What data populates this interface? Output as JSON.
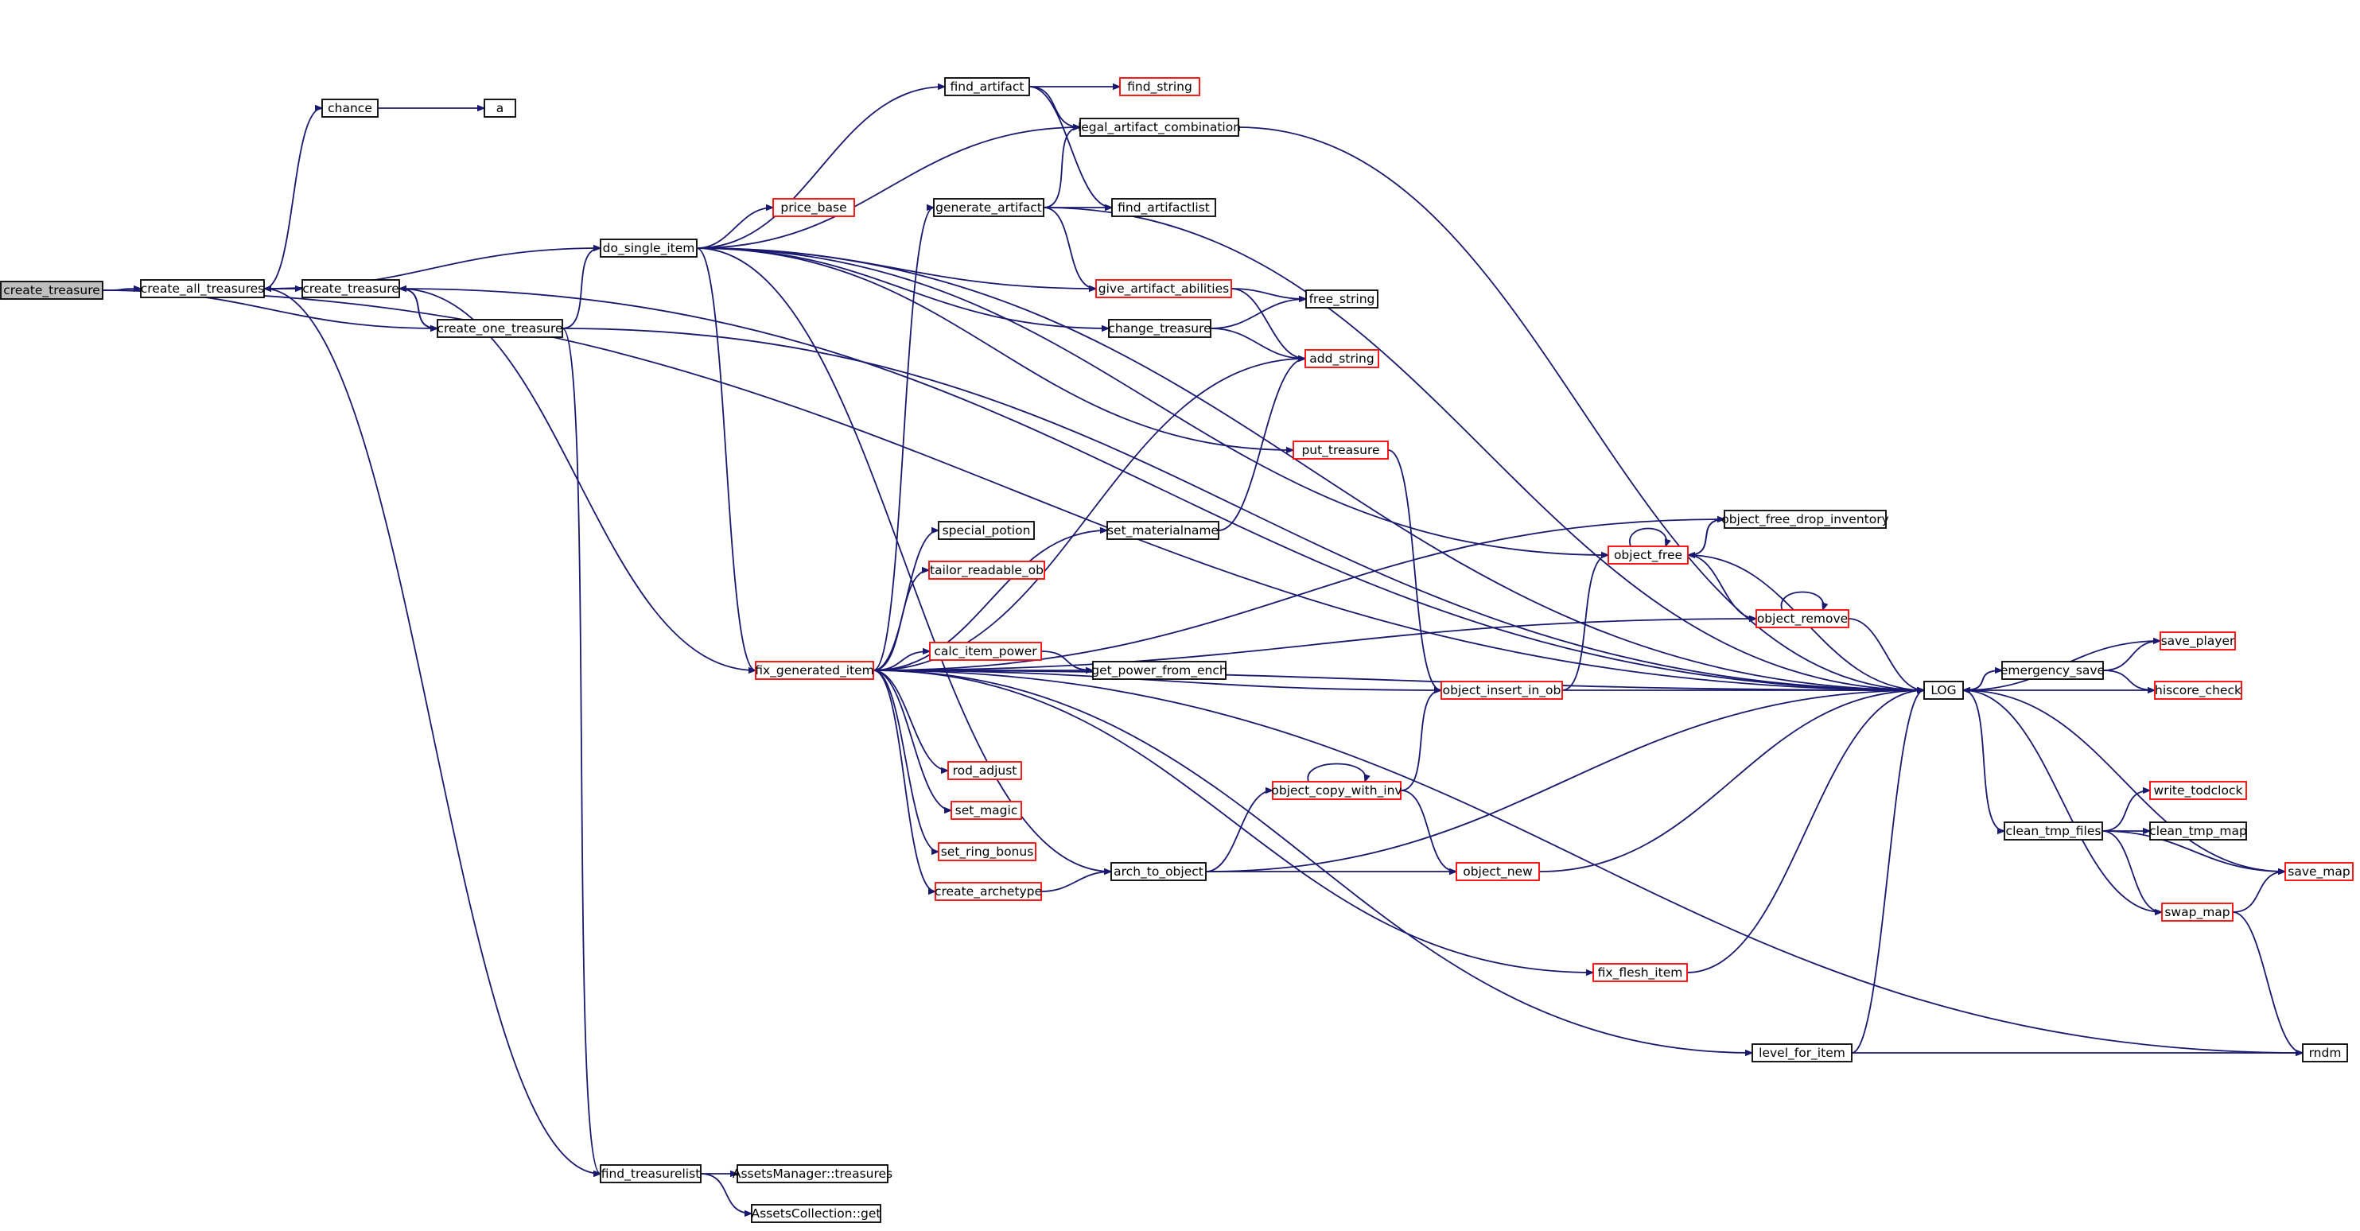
{
  "colors": {
    "edge": "#191970",
    "normal_border": "#000000",
    "truncated_border": "#ff0000",
    "root_fill": "#bfbfbf",
    "node_fill": "#ffffff"
  },
  "nodes": [
    {
      "id": "create_treasure_root",
      "label": "create_treasure",
      "kind": "root"
    },
    {
      "id": "create_all_treasures",
      "label": "create_all_treasures",
      "kind": "normal"
    },
    {
      "id": "chance",
      "label": "chance",
      "kind": "normal"
    },
    {
      "id": "a",
      "label": "a",
      "kind": "normal"
    },
    {
      "id": "create_treasure",
      "label": "create_treasure",
      "kind": "normal"
    },
    {
      "id": "create_one_treasure",
      "label": "create_one_treasure",
      "kind": "normal"
    },
    {
      "id": "do_single_item",
      "label": "do_single_item",
      "kind": "normal"
    },
    {
      "id": "find_treasurelist",
      "label": "find_treasurelist",
      "kind": "normal"
    },
    {
      "id": "assets_treasures",
      "label": "AssetsManager::treasures",
      "kind": "normal"
    },
    {
      "id": "assets_get",
      "label": "AssetsCollection::get",
      "kind": "normal"
    },
    {
      "id": "price_base",
      "label": "price_base",
      "kind": "truncated"
    },
    {
      "id": "fix_generated_item",
      "label": "fix_generated_item",
      "kind": "truncated"
    },
    {
      "id": "find_artifact",
      "label": "find_artifact",
      "kind": "normal"
    },
    {
      "id": "find_string",
      "label": "find_string",
      "kind": "truncated"
    },
    {
      "id": "legal_artifact_combination",
      "label": "legal_artifact_combination",
      "kind": "normal"
    },
    {
      "id": "generate_artifact",
      "label": "generate_artifact",
      "kind": "normal"
    },
    {
      "id": "find_artifactlist",
      "label": "find_artifactlist",
      "kind": "normal"
    },
    {
      "id": "give_artifact_abilities",
      "label": "give_artifact_abilities",
      "kind": "truncated"
    },
    {
      "id": "free_string",
      "label": "free_string",
      "kind": "normal"
    },
    {
      "id": "change_treasure",
      "label": "change_treasure",
      "kind": "normal"
    },
    {
      "id": "add_string",
      "label": "add_string",
      "kind": "truncated"
    },
    {
      "id": "put_treasure",
      "label": "put_treasure",
      "kind": "truncated"
    },
    {
      "id": "special_potion",
      "label": "special_potion",
      "kind": "normal"
    },
    {
      "id": "set_materialname",
      "label": "set_materialname",
      "kind": "normal"
    },
    {
      "id": "object_free_drop_inventory",
      "label": "object_free_drop_inventory",
      "kind": "normal"
    },
    {
      "id": "tailor_readable_ob",
      "label": "tailor_readable_ob",
      "kind": "truncated"
    },
    {
      "id": "object_free",
      "label": "object_free",
      "kind": "truncated"
    },
    {
      "id": "object_remove",
      "label": "object_remove",
      "kind": "truncated"
    },
    {
      "id": "calc_item_power",
      "label": "calc_item_power",
      "kind": "truncated"
    },
    {
      "id": "get_power_from_ench",
      "label": "get_power_from_ench",
      "kind": "normal"
    },
    {
      "id": "object_insert_in_ob",
      "label": "object_insert_in_ob",
      "kind": "truncated"
    },
    {
      "id": "LOG",
      "label": "LOG",
      "kind": "normal"
    },
    {
      "id": "emergency_save",
      "label": "emergency_save",
      "kind": "normal"
    },
    {
      "id": "save_player",
      "label": "save_player",
      "kind": "truncated"
    },
    {
      "id": "hiscore_check",
      "label": "hiscore_check",
      "kind": "truncated"
    },
    {
      "id": "rod_adjust",
      "label": "rod_adjust",
      "kind": "truncated"
    },
    {
      "id": "object_copy_with_inv",
      "label": "object_copy_with_inv",
      "kind": "truncated"
    },
    {
      "id": "write_todclock",
      "label": "write_todclock",
      "kind": "truncated"
    },
    {
      "id": "set_magic",
      "label": "set_magic",
      "kind": "truncated"
    },
    {
      "id": "clean_tmp_files",
      "label": "clean_tmp_files",
      "kind": "normal"
    },
    {
      "id": "clean_tmp_map",
      "label": "clean_tmp_map",
      "kind": "normal"
    },
    {
      "id": "set_ring_bonus",
      "label": "set_ring_bonus",
      "kind": "truncated"
    },
    {
      "id": "save_map",
      "label": "save_map",
      "kind": "truncated"
    },
    {
      "id": "create_archetype",
      "label": "create_archetype",
      "kind": "truncated"
    },
    {
      "id": "arch_to_object",
      "label": "arch_to_object",
      "kind": "normal"
    },
    {
      "id": "object_new",
      "label": "object_new",
      "kind": "truncated"
    },
    {
      "id": "swap_map",
      "label": "swap_map",
      "kind": "truncated"
    },
    {
      "id": "fix_flesh_item",
      "label": "fix_flesh_item",
      "kind": "truncated"
    },
    {
      "id": "level_for_item",
      "label": "level_for_item",
      "kind": "normal"
    },
    {
      "id": "rndm",
      "label": "rndm",
      "kind": "normal"
    }
  ],
  "edges": [
    [
      "create_treasure_root",
      "create_all_treasures"
    ],
    [
      "create_treasure_root",
      "create_one_treasure"
    ],
    [
      "create_treasure_root",
      "LOG"
    ],
    [
      "create_all_treasures",
      "chance"
    ],
    [
      "create_all_treasures",
      "create_treasure"
    ],
    [
      "create_all_treasures",
      "do_single_item"
    ],
    [
      "create_all_treasures",
      "find_treasurelist"
    ],
    [
      "chance",
      "a"
    ],
    [
      "create_treasure",
      "create_all_treasures"
    ],
    [
      "create_treasure",
      "create_one_treasure"
    ],
    [
      "create_treasure",
      "LOG"
    ],
    [
      "create_one_treasure",
      "create_treasure"
    ],
    [
      "create_one_treasure",
      "do_single_item"
    ],
    [
      "create_one_treasure",
      "find_treasurelist"
    ],
    [
      "create_one_treasure",
      "LOG"
    ],
    [
      "find_treasurelist",
      "assets_treasures"
    ],
    [
      "find_treasurelist",
      "assets_get"
    ],
    [
      "do_single_item",
      "price_base"
    ],
    [
      "do_single_item",
      "find_artifact"
    ],
    [
      "do_single_item",
      "legal_artifact_combination"
    ],
    [
      "do_single_item",
      "give_artifact_abilities"
    ],
    [
      "do_single_item",
      "change_treasure"
    ],
    [
      "do_single_item",
      "put_treasure"
    ],
    [
      "do_single_item",
      "object_free"
    ],
    [
      "do_single_item",
      "fix_generated_item"
    ],
    [
      "do_single_item",
      "arch_to_object"
    ],
    [
      "do_single_item",
      "LOG"
    ],
    [
      "find_artifact",
      "find_string"
    ],
    [
      "find_artifact",
      "legal_artifact_combination"
    ],
    [
      "find_artifact",
      "find_artifactlist"
    ],
    [
      "legal_artifact_combination",
      "LOG"
    ],
    [
      "generate_artifact",
      "legal_artifact_combination"
    ],
    [
      "generate_artifact",
      "find_artifactlist"
    ],
    [
      "generate_artifact",
      "give_artifact_abilities"
    ],
    [
      "generate_artifact",
      "LOG"
    ],
    [
      "give_artifact_abilities",
      "free_string"
    ],
    [
      "give_artifact_abilities",
      "add_string"
    ],
    [
      "change_treasure",
      "free_string"
    ],
    [
      "change_treasure",
      "add_string"
    ],
    [
      "put_treasure",
      "object_insert_in_ob"
    ],
    [
      "set_materialname",
      "add_string"
    ],
    [
      "fix_generated_item",
      "create_treasure"
    ],
    [
      "fix_generated_item",
      "generate_artifact"
    ],
    [
      "fix_generated_item",
      "add_string"
    ],
    [
      "fix_generated_item",
      "special_potion"
    ],
    [
      "fix_generated_item",
      "set_materialname"
    ],
    [
      "fix_generated_item",
      "object_free_drop_inventory"
    ],
    [
      "fix_generated_item",
      "tailor_readable_ob"
    ],
    [
      "fix_generated_item",
      "object_remove"
    ],
    [
      "fix_generated_item",
      "calc_item_power"
    ],
    [
      "fix_generated_item",
      "get_power_from_ench"
    ],
    [
      "fix_generated_item",
      "object_insert_in_ob"
    ],
    [
      "fix_generated_item",
      "rod_adjust"
    ],
    [
      "fix_generated_item",
      "set_magic"
    ],
    [
      "fix_generated_item",
      "set_ring_bonus"
    ],
    [
      "fix_generated_item",
      "create_archetype"
    ],
    [
      "fix_generated_item",
      "LOG"
    ],
    [
      "fix_generated_item",
      "fix_flesh_item"
    ],
    [
      "fix_generated_item",
      "level_for_item"
    ],
    [
      "fix_generated_item",
      "rndm"
    ],
    [
      "calc_item_power",
      "get_power_from_ench"
    ],
    [
      "create_archetype",
      "arch_to_object"
    ],
    [
      "arch_to_object",
      "object_copy_with_inv"
    ],
    [
      "arch_to_object",
      "object_new"
    ],
    [
      "arch_to_object",
      "LOG"
    ],
    [
      "object_copy_with_inv",
      "object_copy_with_inv"
    ],
    [
      "object_copy_with_inv",
      "object_insert_in_ob"
    ],
    [
      "object_copy_with_inv",
      "object_new"
    ],
    [
      "object_insert_in_ob",
      "object_free"
    ],
    [
      "object_insert_in_ob",
      "LOG"
    ],
    [
      "object_free",
      "object_free"
    ],
    [
      "object_free",
      "object_free_drop_inventory"
    ],
    [
      "object_free",
      "object_remove"
    ],
    [
      "object_free",
      "LOG"
    ],
    [
      "object_free_drop_inventory",
      "object_free"
    ],
    [
      "object_remove",
      "object_remove"
    ],
    [
      "object_remove",
      "LOG"
    ],
    [
      "object_new",
      "LOG"
    ],
    [
      "fix_flesh_item",
      "LOG"
    ],
    [
      "level_for_item",
      "LOG"
    ],
    [
      "level_for_item",
      "rndm"
    ],
    [
      "LOG",
      "emergency_save"
    ],
    [
      "LOG",
      "clean_tmp_files"
    ],
    [
      "emergency_save",
      "LOG"
    ],
    [
      "emergency_save",
      "save_player"
    ],
    [
      "emergency_save",
      "hiscore_check"
    ],
    [
      "save_player",
      "LOG"
    ],
    [
      "hiscore_check",
      "LOG"
    ],
    [
      "clean_tmp_files",
      "write_todclock"
    ],
    [
      "clean_tmp_files",
      "clean_tmp_map"
    ],
    [
      "clean_tmp_files",
      "save_map"
    ],
    [
      "clean_tmp_files",
      "swap_map"
    ],
    [
      "save_map",
      "LOG"
    ],
    [
      "swap_map",
      "LOG"
    ],
    [
      "swap_map",
      "save_map"
    ],
    [
      "swap_map",
      "rndm"
    ]
  ]
}
